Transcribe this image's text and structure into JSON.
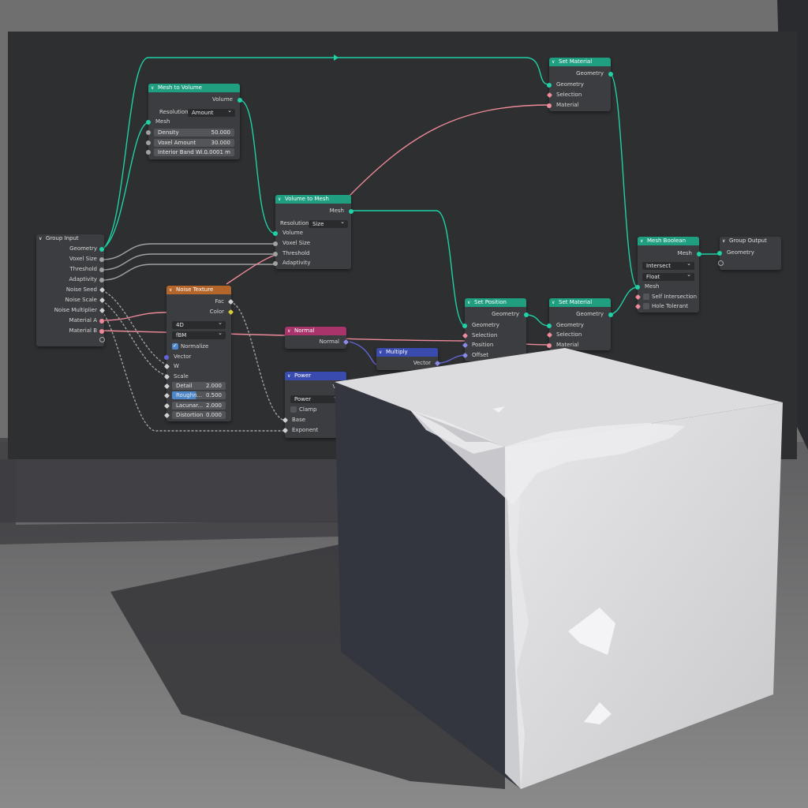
{
  "nodes": {
    "group_input": {
      "title": "Group Input",
      "outputs": [
        "Geometry",
        "Voxel Size",
        "Threshold",
        "Adaptivity",
        "Noise Seed",
        "Noise Scale",
        "Noise Multiplier",
        "Material A",
        "Material B"
      ]
    },
    "mesh_to_volume": {
      "title": "Mesh to Volume",
      "output": "Volume",
      "resolution_label": "Resolution",
      "resolution_value": "Amount",
      "input_mesh": "Mesh",
      "fields": [
        {
          "label": "Density",
          "value": "50.000"
        },
        {
          "label": "Voxel Amount",
          "value": "30.000"
        },
        {
          "label": "Interior Band Wi...",
          "value": "0.0001 m"
        }
      ]
    },
    "volume_to_mesh": {
      "title": "Volume to Mesh",
      "output": "Mesh",
      "resolution_label": "Resolution",
      "resolution_value": "Size",
      "inputs": [
        "Volume",
        "Voxel Size",
        "Threshold",
        "Adaptivity"
      ]
    },
    "noise_texture": {
      "title": "Noise Texture",
      "outputs": [
        "Fac",
        "Color"
      ],
      "dimensions": "4D",
      "type": "fBM",
      "normalize_label": "Normalize",
      "inputs": [
        "Vector",
        "W",
        "Scale"
      ],
      "fields": [
        {
          "label": "Detail",
          "value": "2.000"
        },
        {
          "label": "Roughn...",
          "value": "0.500"
        },
        {
          "label": "Lacunar...",
          "value": "2.000"
        },
        {
          "label": "Distortion",
          "value": "0.000"
        }
      ]
    },
    "normal": {
      "title": "Normal",
      "output": "Normal"
    },
    "power": {
      "title": "Power",
      "output": "Va",
      "operation": "Power",
      "clamp_label": "Clamp",
      "inputs": [
        "Base",
        "Exponent"
      ]
    },
    "multiply": {
      "title": "Multiply",
      "output": "Vector"
    },
    "set_material_top": {
      "title": "Set Material",
      "output": "Geometry",
      "inputs": [
        "Geometry",
        "Selection",
        "Material"
      ]
    },
    "set_position": {
      "title": "Set Position",
      "output": "Geometry",
      "inputs": [
        "Geometry",
        "Selection",
        "Position",
        "Offset"
      ]
    },
    "set_material_bottom": {
      "title": "Set Material",
      "output": "Geometry",
      "inputs": [
        "Geometry",
        "Selection",
        "Material"
      ]
    },
    "mesh_boolean": {
      "title": "Mesh Boolean",
      "output": "Mesh",
      "operation": "Intersect",
      "solver": "Float",
      "input_mesh": "Mesh",
      "options": [
        "Self Intersection",
        "Hole Tolerant"
      ]
    },
    "group_output": {
      "title": "Group Output",
      "input": "Geometry"
    }
  },
  "colors": {
    "geometry": "#1fd1a5",
    "float": "#a1a1a1",
    "material": "#ee8a9a",
    "vector": "#6464d8",
    "color": "#d6cc3c",
    "geometry_header": "#1f9e80",
    "texture_header": "#b4652a",
    "vector_header": "#a8346b",
    "math_header": "#3a4bb0"
  }
}
